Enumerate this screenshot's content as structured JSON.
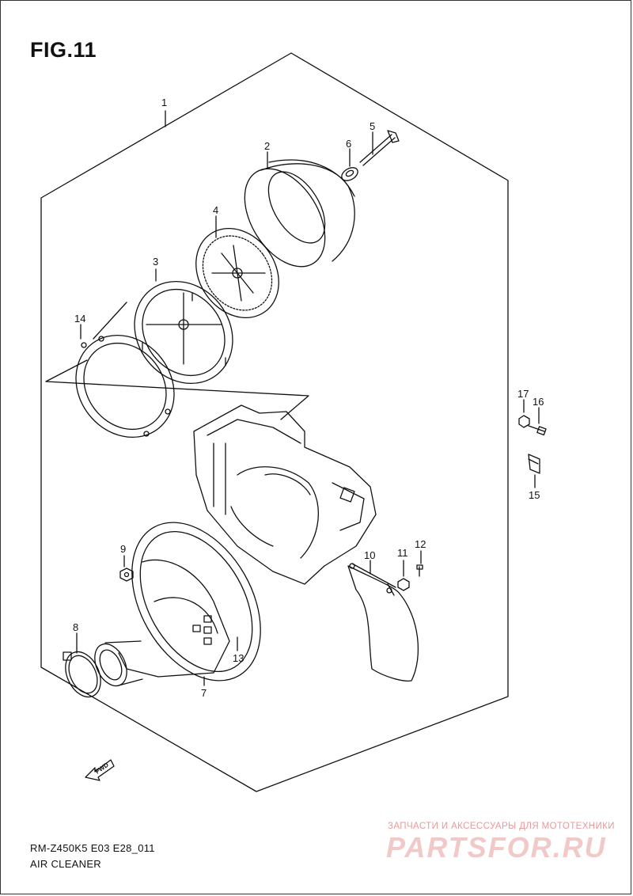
{
  "figure": {
    "title": "FIG.11"
  },
  "callouts": [
    {
      "id": "1",
      "label": "1"
    },
    {
      "id": "2",
      "label": "2"
    },
    {
      "id": "3",
      "label": "3"
    },
    {
      "id": "4",
      "label": "4"
    },
    {
      "id": "5",
      "label": "5"
    },
    {
      "id": "6",
      "label": "6"
    },
    {
      "id": "7",
      "label": "7"
    },
    {
      "id": "8",
      "label": "8"
    },
    {
      "id": "9",
      "label": "9"
    },
    {
      "id": "10",
      "label": "10"
    },
    {
      "id": "11",
      "label": "11"
    },
    {
      "id": "12",
      "label": "12"
    },
    {
      "id": "13",
      "label": "13"
    },
    {
      "id": "14",
      "label": "14"
    },
    {
      "id": "15",
      "label": "15"
    },
    {
      "id": "16",
      "label": "16"
    },
    {
      "id": "17",
      "label": "17"
    }
  ],
  "fwd_marker": {
    "label": "FWD"
  },
  "caption": {
    "model_code": "RM-Z450K5 E03 E28_011",
    "section": "AIR CLEANER"
  },
  "watermark": {
    "tagline": "ЗАПЧАСТИ И АКСЕССУАРЫ ДЛЯ МОТОТЕХНИКИ",
    "logo": "PARTSFOR.RU"
  },
  "colors": {
    "line": "#111111",
    "watermark": "#e89a9a"
  }
}
